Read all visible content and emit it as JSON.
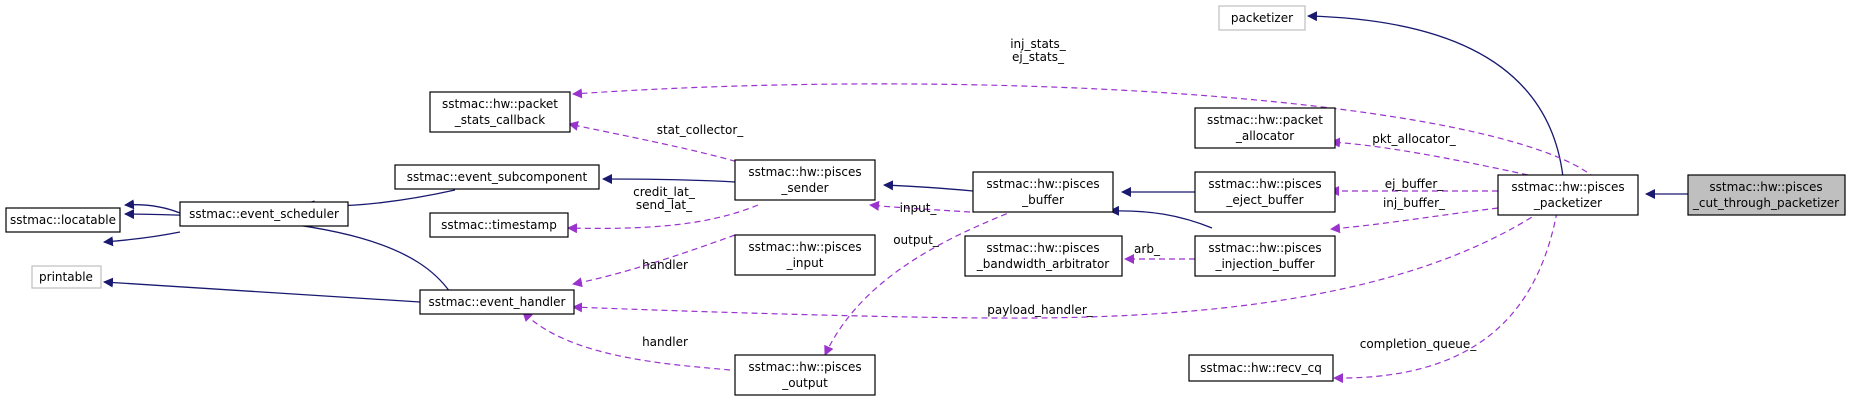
{
  "colors": {
    "inheritance_edge": "#191970",
    "usage_edge": "#9a32cd",
    "node_border": "#000000",
    "external_node_border": "#bfbfbf",
    "focus_node_fill": "#bfbfbf"
  },
  "nodes": [
    {
      "id": "packetizer",
      "lines": [
        "packetizer"
      ],
      "external": true
    },
    {
      "id": "packet_stats_callback",
      "lines": [
        "sstmac::hw::packet",
        "_stats_callback"
      ]
    },
    {
      "id": "event_subcomponent",
      "lines": [
        "sstmac::event_subcomponent"
      ]
    },
    {
      "id": "locatable",
      "lines": [
        "sstmac::locatable"
      ]
    },
    {
      "id": "timestamp",
      "lines": [
        "sstmac::timestamp"
      ]
    },
    {
      "id": "event_scheduler",
      "lines": [
        "sstmac::event_scheduler"
      ]
    },
    {
      "id": "printable",
      "lines": [
        "printable"
      ],
      "external": true
    },
    {
      "id": "event_handler",
      "lines": [
        "sstmac::event_handler"
      ]
    },
    {
      "id": "pisces_sender",
      "lines": [
        "sstmac::hw::pisces",
        "_sender"
      ]
    },
    {
      "id": "pisces_input",
      "lines": [
        "sstmac::hw::pisces",
        "_input"
      ]
    },
    {
      "id": "pisces_output",
      "lines": [
        "sstmac::hw::pisces",
        "_output"
      ]
    },
    {
      "id": "pisces_buffer",
      "lines": [
        "sstmac::hw::pisces",
        "_buffer"
      ]
    },
    {
      "id": "bandwidth_arbitrator",
      "lines": [
        "sstmac::hw::pisces",
        "_bandwidth_arbitrator"
      ]
    },
    {
      "id": "packet_allocator",
      "lines": [
        "sstmac::hw::packet",
        "_allocator"
      ]
    },
    {
      "id": "eject_buffer",
      "lines": [
        "sstmac::hw::pisces",
        "_eject_buffer"
      ]
    },
    {
      "id": "injection_buffer",
      "lines": [
        "sstmac::hw::pisces",
        "_injection_buffer"
      ]
    },
    {
      "id": "recv_cq",
      "lines": [
        "sstmac::hw::recv_cq"
      ]
    },
    {
      "id": "pisces_packetizer",
      "lines": [
        "sstmac::hw::pisces",
        "_packetizer"
      ]
    },
    {
      "id": "cut_through_packetizer",
      "lines": [
        "sstmac::hw::pisces",
        "_cut_through_packetizer"
      ],
      "focus": true
    }
  ],
  "edges": [
    {
      "id": "e-packetizer-pisces_packetizer",
      "kind": "inheritance"
    },
    {
      "id": "e-pisces_packetizer-cut_through",
      "kind": "inheritance"
    },
    {
      "id": "e-pisces_buffer-pisces_sender",
      "kind": "inheritance"
    },
    {
      "id": "e-event_subcomponent-pisces_sender",
      "kind": "inheritance"
    },
    {
      "id": "e-pisces_buffer-eject_buffer",
      "kind": "inheritance"
    },
    {
      "id": "e-pisces_buffer-injection_buffer",
      "kind": "inheritance"
    },
    {
      "id": "e-event_scheduler-event_subcomponent",
      "kind": "inheritance"
    },
    {
      "id": "e-locatable-event_scheduler",
      "kind": "inheritance"
    },
    {
      "id": "e-locatable-event_handler",
      "kind": "inheritance"
    },
    {
      "id": "e-printable-event_scheduler",
      "kind": "inheritance"
    },
    {
      "id": "e-printable-event_handler",
      "kind": "inheritance"
    },
    {
      "id": "e-stats_callback",
      "kind": "usage",
      "label": [
        "inj_stats_",
        "ej_stats_"
      ]
    },
    {
      "id": "e-stat_collector",
      "kind": "usage",
      "label": [
        "stat_collector_"
      ]
    },
    {
      "id": "e-pkt_allocator",
      "kind": "usage",
      "label": [
        "pkt_allocator_"
      ]
    },
    {
      "id": "e-ej_buffer",
      "kind": "usage",
      "label": [
        "ej_buffer_"
      ]
    },
    {
      "id": "e-inj_buffer",
      "kind": "usage",
      "label": [
        "inj_buffer_"
      ]
    },
    {
      "id": "e-credit_send_lat",
      "kind": "usage",
      "label": [
        "credit_lat_",
        "send_lat_"
      ]
    },
    {
      "id": "e-input",
      "kind": "usage",
      "label": [
        "input_"
      ]
    },
    {
      "id": "e-output",
      "kind": "usage",
      "label": [
        "output_"
      ]
    },
    {
      "id": "e-handler-input",
      "kind": "usage",
      "label": [
        "handler"
      ]
    },
    {
      "id": "e-handler-output",
      "kind": "usage",
      "label": [
        "handler"
      ]
    },
    {
      "id": "e-arb",
      "kind": "usage",
      "label": [
        "arb_"
      ]
    },
    {
      "id": "e-payload_handler",
      "kind": "usage",
      "label": [
        "payload_handler_"
      ]
    },
    {
      "id": "e-completion_queue",
      "kind": "usage",
      "label": [
        "completion_queue_"
      ]
    }
  ]
}
